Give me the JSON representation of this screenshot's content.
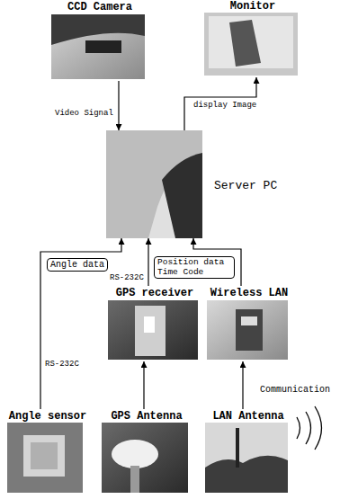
{
  "diagram": {
    "nodes": [
      {
        "text": [
          "CCD Camera"
        ]
      },
      {
        "text": [
          "Monitor"
        ]
      },
      {
        "text": [
          "Server PC"
        ]
      },
      {
        "text": [
          "GPS receiver"
        ]
      },
      {
        "text": [
          "Wireless LAN"
        ]
      },
      {
        "text": [
          "Angle sensor"
        ]
      },
      {
        "text": [
          "GPS Antenna"
        ]
      },
      {
        "text": [
          "LAN Antenna"
        ]
      }
    ],
    "edges": [
      {
        "from": 0,
        "to": 2,
        "label": "Video Signal",
        "arrow": "to"
      },
      {
        "from": 2,
        "to": 1,
        "label": "display Image",
        "arrow": "to"
      },
      {
        "from": 5,
        "to": 2,
        "label": "Angle data",
        "arrow": "to"
      },
      {
        "from": 3,
        "to": 2,
        "label": "Position data Time Code",
        "arrow": "to"
      },
      {
        "from": 4,
        "to": 2,
        "arrow": "to"
      },
      {
        "from": 6,
        "to": 3,
        "arrow": "to"
      },
      {
        "from": 7,
        "to": 4,
        "label": "Communication",
        "arrow": "to"
      }
    ],
    "labels": [
      "RS-232C",
      "RS-232C"
    ]
  }
}
